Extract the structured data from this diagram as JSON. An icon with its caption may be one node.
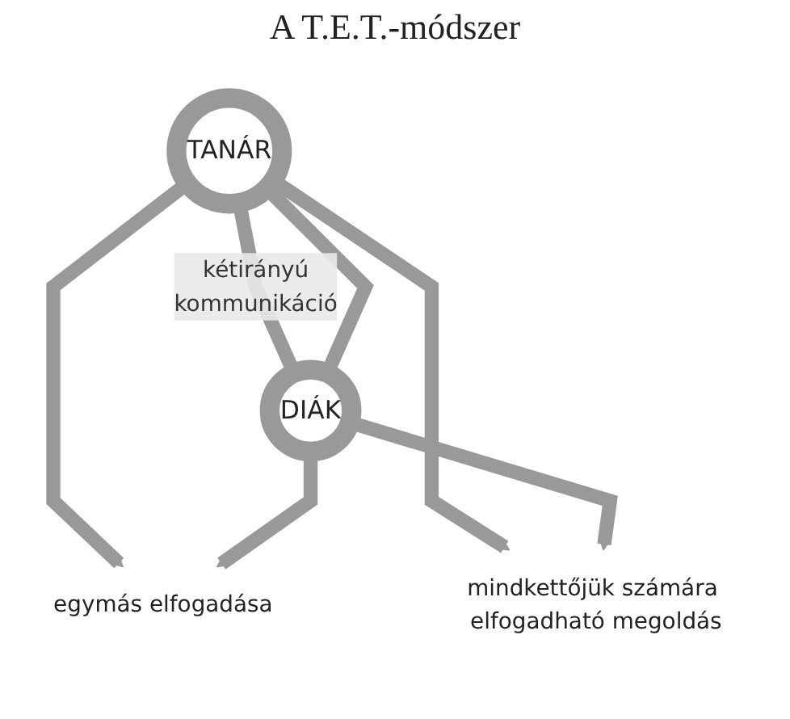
{
  "diagram": {
    "title": "A T.E.T.-módszer",
    "nodes": [
      {
        "text": [
          "egymás elfogadása"
        ]
      },
      {
        "text": [
          "TANÁR"
        ]
      },
      {
        "text": [
          "DIÁK"
        ]
      },
      {
        "text": [
          "mindkettőjük számára elfogadható megoldás"
        ]
      }
    ],
    "edges": [
      {
        "from": 1,
        "to": 0,
        "arrow": "to"
      },
      {
        "from": 2,
        "to": 0,
        "arrow": "to"
      },
      {
        "from": 1,
        "to": 2,
        "arrow": "to",
        "label": "kétirányú kommunikáció"
      },
      {
        "from": 2,
        "to": 1,
        "arrow": "to"
      },
      {
        "from": 1,
        "to": 3,
        "arrow": "to"
      },
      {
        "from": 2,
        "to": 3,
        "arrow": "to"
      }
    ]
  }
}
